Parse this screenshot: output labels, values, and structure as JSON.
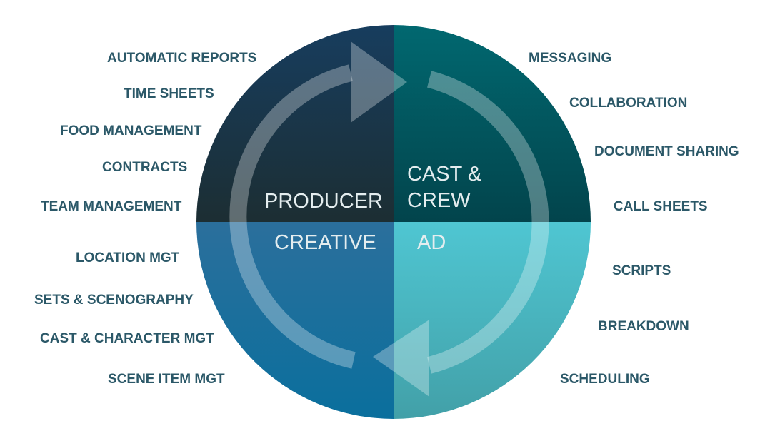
{
  "colors": {
    "producer": [
      "#173d5e",
      "#1c2e33"
    ],
    "cast_crew": [
      "#016870",
      "#02444c"
    ],
    "creative": [
      "#2b6f9c",
      "#0a6f9d"
    ],
    "ad": [
      "#4fc6d2",
      "#42a0a8"
    ],
    "label": "#2b5868",
    "cycle_arrow": "rgba(255,255,255,0.3)"
  },
  "roles": {
    "producer": "PRODUCER",
    "cast_crew_line1": "CAST &",
    "cast_crew_line2": "CREW",
    "creative": "CREATIVE",
    "ad": "AD"
  },
  "left_features": [
    "AUTOMATIC REPORTS",
    "TIME SHEETS",
    "FOOD MANAGEMENT",
    "CONTRACTS",
    "TEAM MANAGEMENT",
    "LOCATION MGT",
    "SETS & SCENOGRAPHY",
    "CAST & CHARACTER MGT",
    "SCENE ITEM MGT"
  ],
  "right_features": [
    "MESSAGING",
    "COLLABORATION",
    "DOCUMENT SHARING",
    "CALL SHEETS",
    "SCRIPTS",
    "BREAKDOWN",
    "SCHEDULING"
  ]
}
